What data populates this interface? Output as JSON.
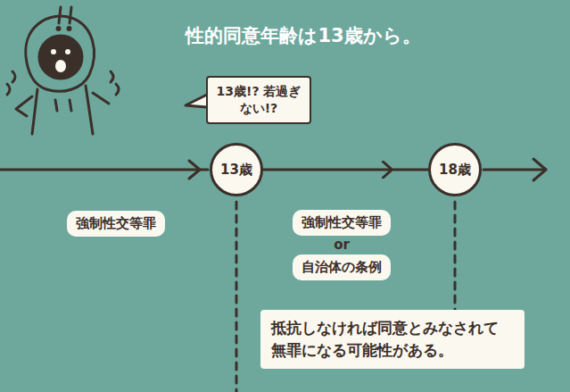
{
  "diagram": {
    "title": "性的同意年齢は13歳から。",
    "nodes": [
      {
        "text": [
          "13歳!? 若過ぎない!?"
        ]
      },
      {
        "text": [
          "13歳"
        ]
      },
      {
        "text": [
          "18歳"
        ]
      },
      {
        "text": [
          "強制性交等罪"
        ]
      },
      {
        "text": [
          "強制性交等罪"
        ]
      },
      {
        "text": [
          "自治体の条例"
        ]
      },
      {
        "text": [
          "抵抗しなければ同意とみなされて 無罪になる可能性がある。"
        ]
      }
    ],
    "edges": [
      {
        "from": 1,
        "to": 2,
        "arrow": "to"
      }
    ],
    "labels": [
      "or"
    ]
  }
}
